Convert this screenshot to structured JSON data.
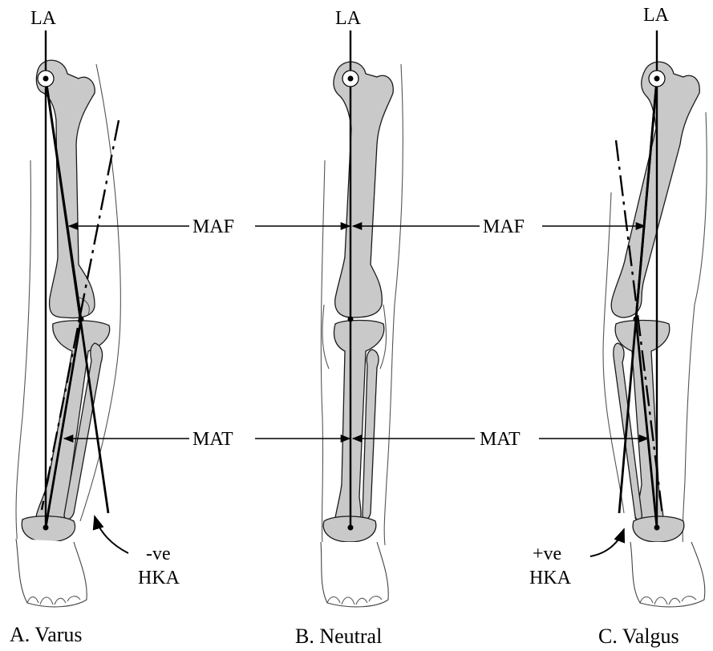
{
  "labels": {
    "la": "LA",
    "maf": "MAF",
    "mat": "MAT",
    "neg_ve": "-ve",
    "pos_ve": "+ve",
    "hka": "HKA"
  },
  "panels": [
    {
      "id": "A",
      "caption": "A. Varus"
    },
    {
      "id": "B",
      "caption": "B. Neutral"
    },
    {
      "id": "C",
      "caption": "C. Valgus"
    }
  ]
}
